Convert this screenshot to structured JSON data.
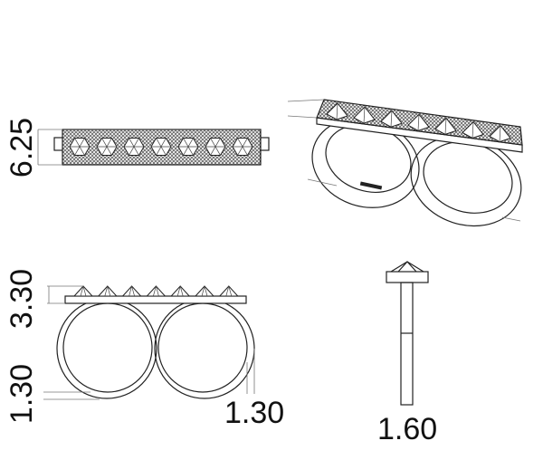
{
  "drawing": {
    "top_view": {
      "width_label": "6.25",
      "stone_count": 7
    },
    "front_view": {
      "height_label": "3.30",
      "band_thickness_left_label": "1.30",
      "band_thickness_right_label": "1.30",
      "spike_count": 7
    },
    "side_view": {
      "width_label": "1.60"
    },
    "perspective_view": {}
  },
  "colors": {
    "line": "#222222",
    "background": "#ffffff"
  }
}
